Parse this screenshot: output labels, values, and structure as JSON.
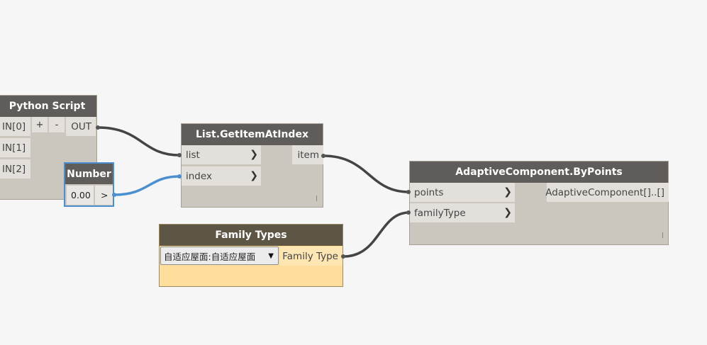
{
  "canvas": {
    "background": "#f6f6f6",
    "wire_color": "#444444",
    "selected_color": "#4a90d0"
  },
  "nodes": {
    "python_script": {
      "title": "Python Script",
      "inputs": [
        "IN[0]",
        "IN[1]",
        "IN[2]"
      ],
      "add_label": "+",
      "remove_label": "-",
      "output": "OUT"
    },
    "number": {
      "title": "Number",
      "value": "0.00",
      "output": ">"
    },
    "get_item": {
      "title": "List.GetItemAtIndex",
      "inputs": [
        "list",
        "index"
      ],
      "output": "item",
      "lacing": "l"
    },
    "adaptive": {
      "title": "AdaptiveComponent.ByPoints",
      "inputs": [
        "points",
        "familyType"
      ],
      "output": "AdaptiveComponent[]..[]",
      "lacing": "l"
    },
    "family_types": {
      "title": "Family Types",
      "selected": "自适应屋面:自适应屋面",
      "output": "Family Type"
    }
  },
  "icons": {
    "port_arrow": "chevron-right-icon",
    "dropdown": "caret-down-icon"
  }
}
